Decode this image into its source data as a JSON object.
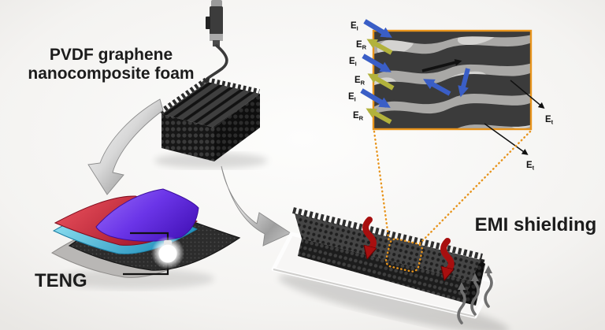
{
  "scene": {
    "title_line1": "PVDF graphene",
    "title_line2": "nanocomposite foam",
    "teng_label": "TENG",
    "emi_label": "EMI shielding"
  },
  "inset": {
    "wave_labels": [
      {
        "main": "E",
        "sub": "I",
        "meaning": "incident"
      },
      {
        "main": "E",
        "sub": "R",
        "meaning": "reflected"
      },
      {
        "main": "E",
        "sub": "I",
        "meaning": "incident"
      },
      {
        "main": "E",
        "sub": "R",
        "meaning": "reflected"
      },
      {
        "main": "E",
        "sub": "I",
        "meaning": "incident"
      },
      {
        "main": "E",
        "sub": "R",
        "meaning": "reflected"
      }
    ],
    "transmitted_labels": [
      {
        "main": "E",
        "sub": "t",
        "meaning": "transmitted"
      },
      {
        "main": "E",
        "sub": "t",
        "meaning": "transmitted"
      }
    ]
  },
  "icons": {
    "light_bulb": "bulb-glow",
    "printer_nozzle": "extrusion-nozzle",
    "process_arrow": "chrome-curved-arrow"
  },
  "colors": {
    "incident_arrow": "#3a5ec6",
    "reflected_arrow": "#b2b23c",
    "transmitted_arrow": "#1a1a1a",
    "magnifier_outline": "#e8941c",
    "emi_wave": "#a80f0f",
    "emission_wave": "#6f6f6f",
    "foam_dark": "#2a2a2a",
    "teng_top_layer": "#6b35e8",
    "teng_red_layer": "#cf2038",
    "teng_cyan_layer": "#45b7dd",
    "teng_base_layer": "#b9b7b5"
  }
}
